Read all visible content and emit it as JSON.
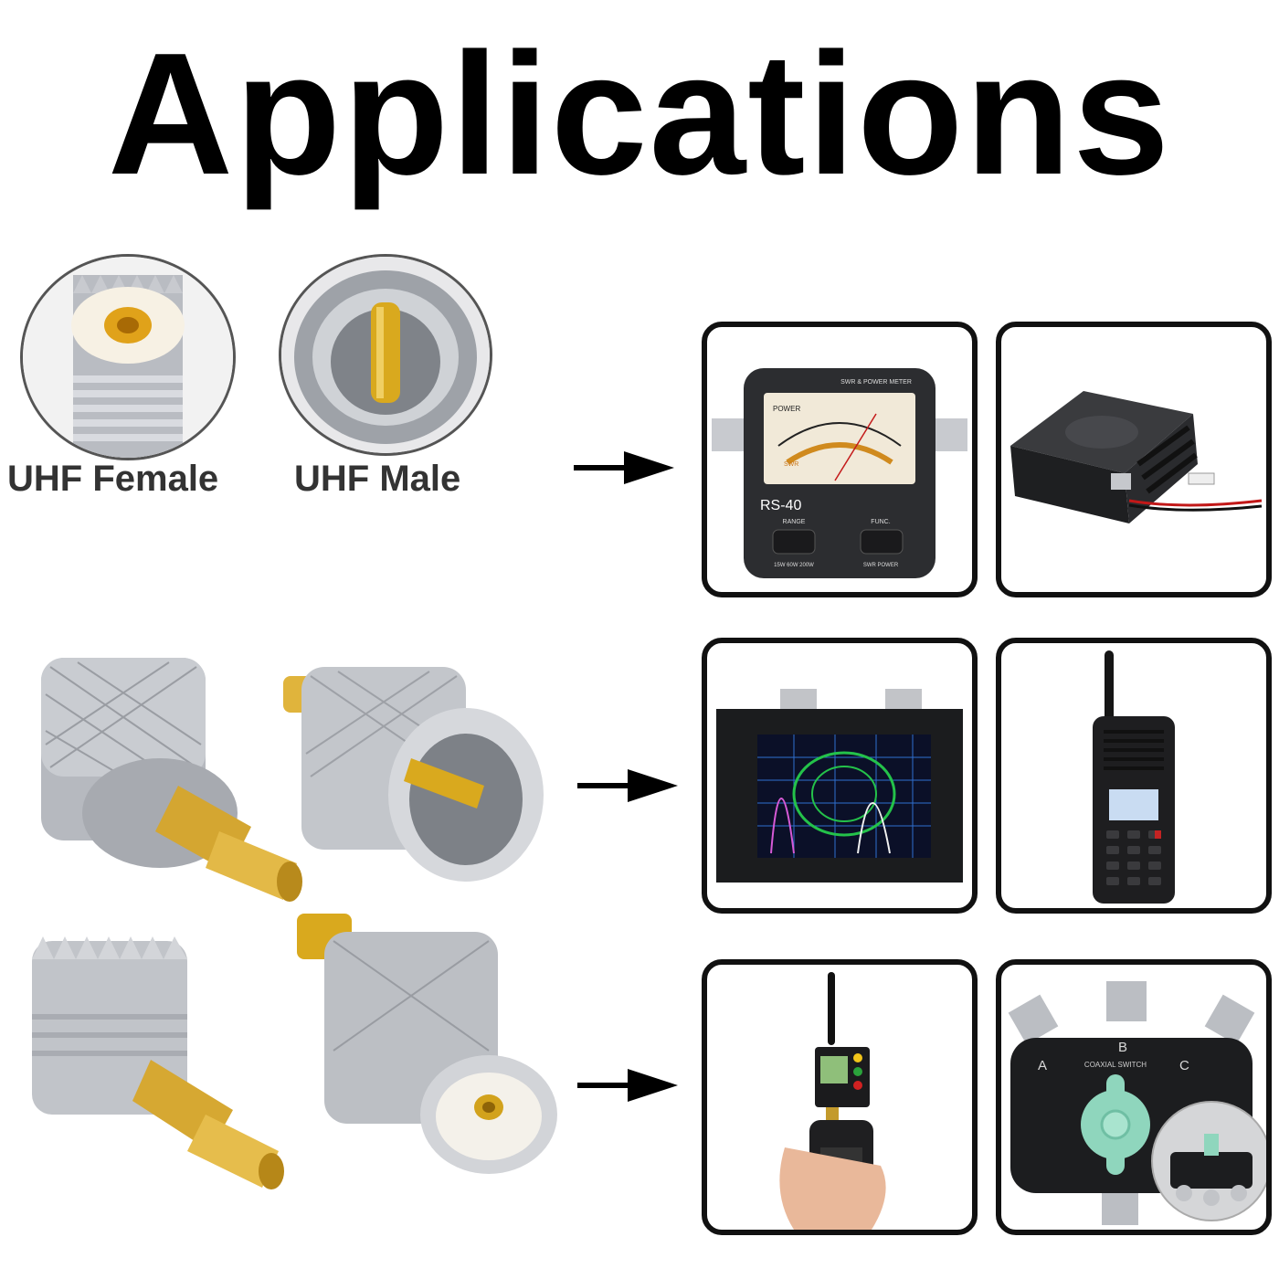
{
  "title": "Applications",
  "connectors": {
    "female_label": "UHF Female",
    "male_label": "UHF Male"
  },
  "devices": {
    "meter": {
      "brand_line": "SWR & POWER METER",
      "scale_top": "POWER",
      "scale_swr": "SWR",
      "model": "RS-40",
      "left_knob": "RANGE",
      "right_knob": "FUNC.",
      "range_values": "15W 60W 200W",
      "func_values": "SWR   POWER"
    },
    "switch": {
      "title": "COAXIAL SWITCH",
      "port_a": "A",
      "port_b": "B",
      "port_c": "C"
    }
  },
  "icons": [
    "arrow-right-icon"
  ]
}
